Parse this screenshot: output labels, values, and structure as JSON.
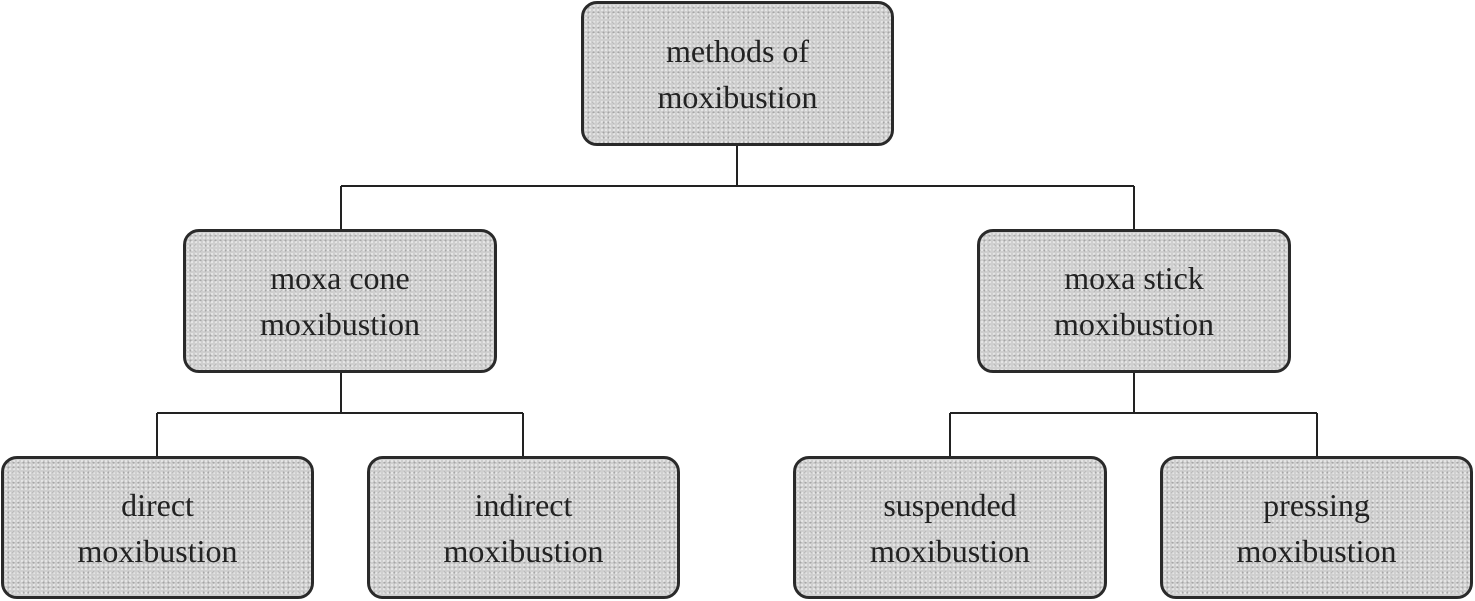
{
  "diagram": {
    "root": {
      "line1": "methods of",
      "line2": "moxibustion"
    },
    "branches": [
      {
        "line1": "moxa cone",
        "line2": "moxibustion",
        "children": [
          {
            "line1": "direct",
            "line2": "moxibustion"
          },
          {
            "line1": "indirect",
            "line2": "moxibustion"
          }
        ]
      },
      {
        "line1": "moxa stick",
        "line2": "moxibustion",
        "children": [
          {
            "line1": "suspended",
            "line2": "moxibustion"
          },
          {
            "line1": "pressing",
            "line2": "moxibustion"
          }
        ]
      }
    ]
  },
  "colors": {
    "node_fill": "#cfcfcf",
    "node_border": "#2a2a2a",
    "connector": "#222222",
    "text": "#222222"
  }
}
